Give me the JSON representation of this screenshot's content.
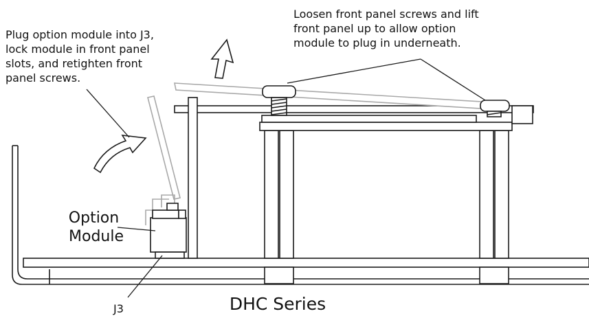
{
  "annotations": {
    "plug_instruction": [
      "Plug option module into J3,",
      "lock module in front panel",
      "slots, and retighten front",
      "panel screws."
    ],
    "loosen_instruction": [
      "Loosen front panel screws and lift",
      "front panel up to allow option",
      "module to plug in underneath."
    ],
    "option_module_label": [
      "Option",
      "Module"
    ],
    "j3_label": "J3",
    "series_title": "DHC Series"
  }
}
